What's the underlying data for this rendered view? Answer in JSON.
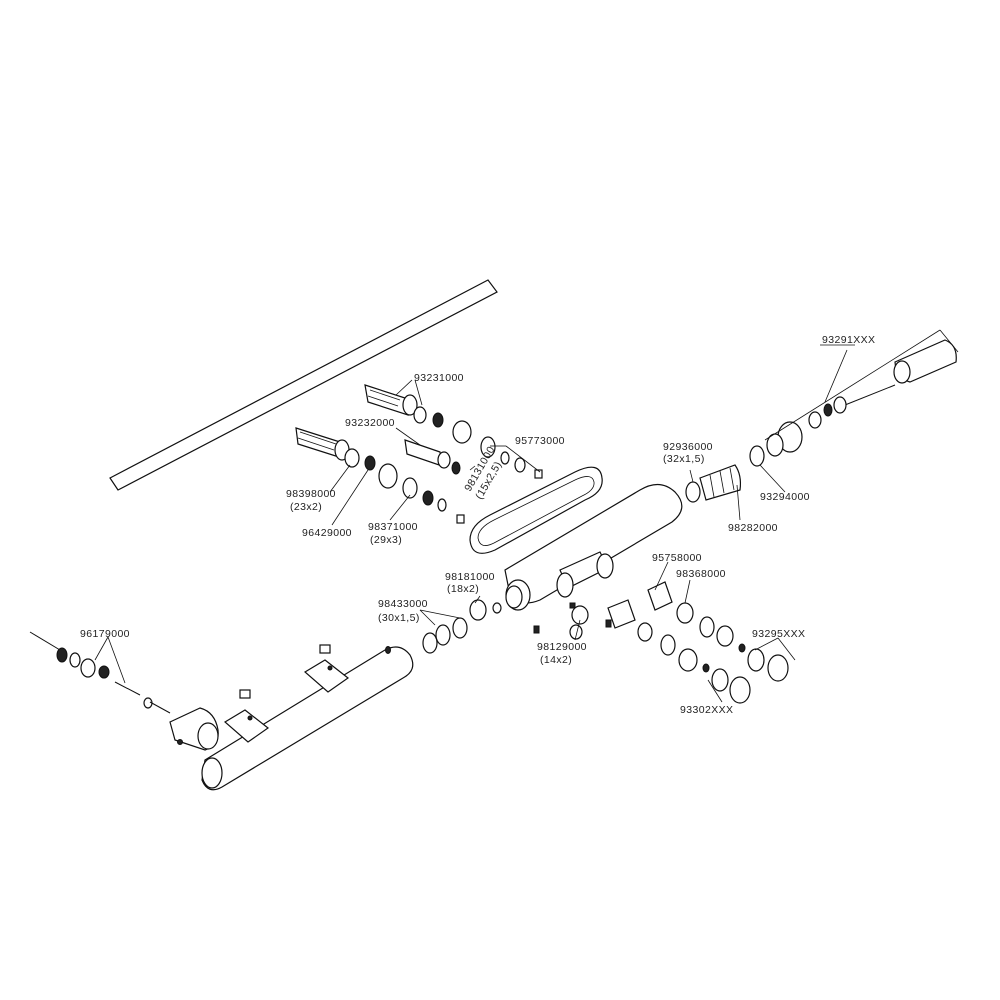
{
  "labels": {
    "l93291": "93291XXX",
    "l93231": "93231000",
    "l93232": "93232000",
    "l95773": "95773000",
    "l92936": "92936000",
    "l92936s": "(32x1,5)",
    "l93294": "93294000",
    "l98282": "98282000",
    "l98398": "98398000",
    "l98398s": "(23x2)",
    "l96429": "96429000",
    "l98371": "98371000",
    "l98371s": "(29x3)",
    "l98131": "98131000",
    "l98131s": "(15x2,5)",
    "l98181": "98181000",
    "l98181s": "(18x2)",
    "l98433": "98433000",
    "l98433s": "(30x1,5)",
    "l95758": "95758000",
    "l98368": "98368000",
    "l98129": "98129000",
    "l98129s": "(14x2)",
    "l93295": "93295XXX",
    "l93302": "93302XXX",
    "l96179": "96179000"
  }
}
